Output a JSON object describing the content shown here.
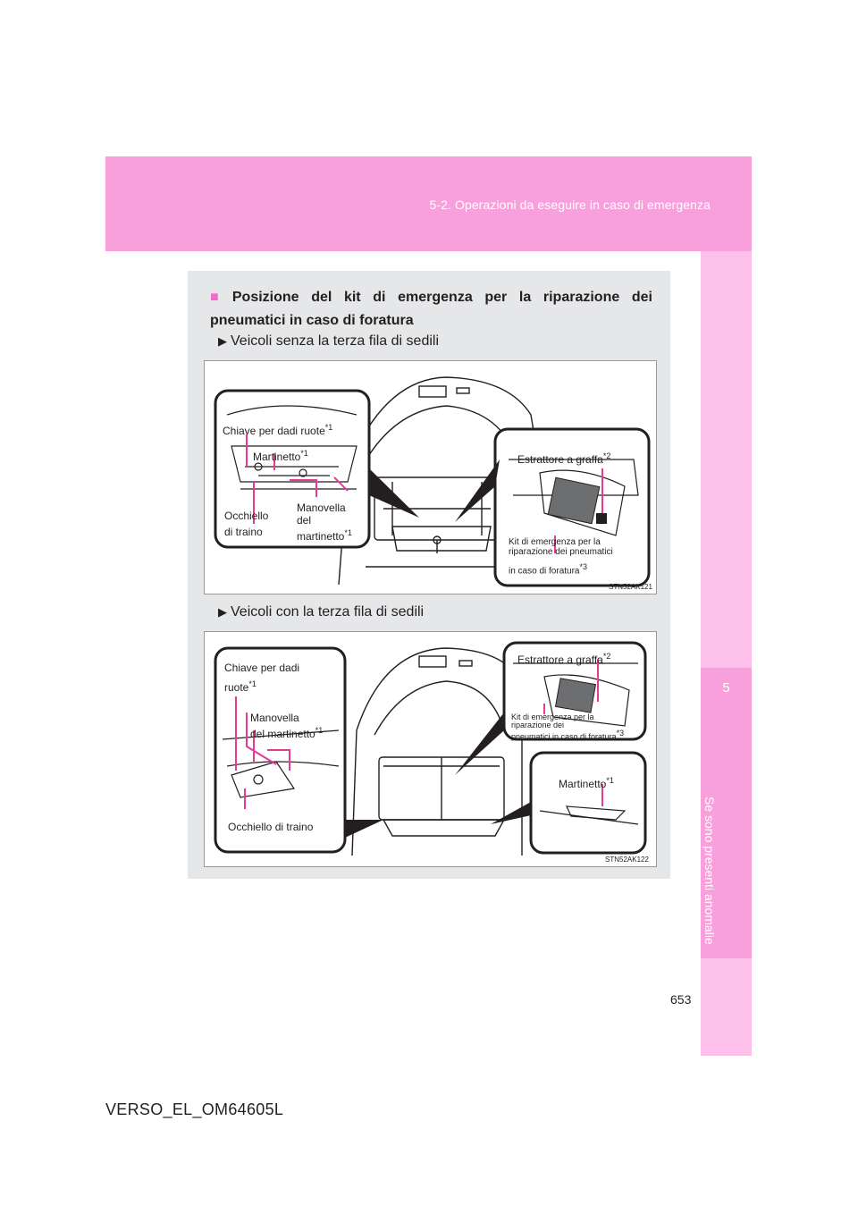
{
  "header": {
    "breadcrumb": "5-2. Operazioni da eseguire in caso di emergenza"
  },
  "side_tab": {
    "chapter_number": "5",
    "chapter_title": "Se sono presenti anomalie"
  },
  "section": {
    "title": "Posizione del kit di emergenza per la riparazione dei pneumatici in caso di foratura",
    "bullet": "■"
  },
  "figures": [
    {
      "caption": "Veicoli senza la terza fila di sedili",
      "code": "STN52AK121",
      "labels": {
        "wheel_wrench": "Chiave per dadi ruote",
        "wheel_wrench_sup": "*1",
        "jack": "Martinetto",
        "jack_sup": "*1",
        "tow_eye_1": "Occhiello",
        "tow_eye_2": "di traino",
        "jack_handle_1": "Manovella",
        "jack_handle_2": "del",
        "jack_handle_3": "martinetto",
        "jack_handle_sup": "*1",
        "valve_tool": "Estrattore a graffa",
        "valve_tool_sup": "*2",
        "kit_1": "Kit di emergenza per la",
        "kit_2": "riparazione dei pneumatici",
        "kit_3": "in caso di foratura",
        "kit_sup": "*3"
      }
    },
    {
      "caption": "Veicoli con la terza fila di sedili",
      "code": "STN52AK122",
      "labels": {
        "wheel_wrench_1": "Chiave per dadi",
        "wheel_wrench_2": "ruote",
        "wheel_wrench_sup": "*1",
        "jack_handle_1": "Manovella",
        "jack_handle_2": "del martinetto",
        "jack_handle_sup": "*1",
        "tow_eye": "Occhiello di traino",
        "valve_tool": "Estrattore a graffa",
        "valve_tool_sup": "*2",
        "kit_1": "Kit di emergenza per la",
        "kit_2": "riparazione dei",
        "kit_3": "pneumatici in caso di foratura",
        "kit_sup": "*3",
        "jack": "Martinetto",
        "jack_sup": "*1"
      }
    }
  ],
  "footer": {
    "page_number": "653",
    "doc_code": "VERSO_EL_OM64605L"
  },
  "colors": {
    "header_pink": "#f8a0dc",
    "side_pink": "#fcc0ea",
    "accent_magenta": "#e8399a",
    "panel_gray": "#e6e7e8"
  }
}
